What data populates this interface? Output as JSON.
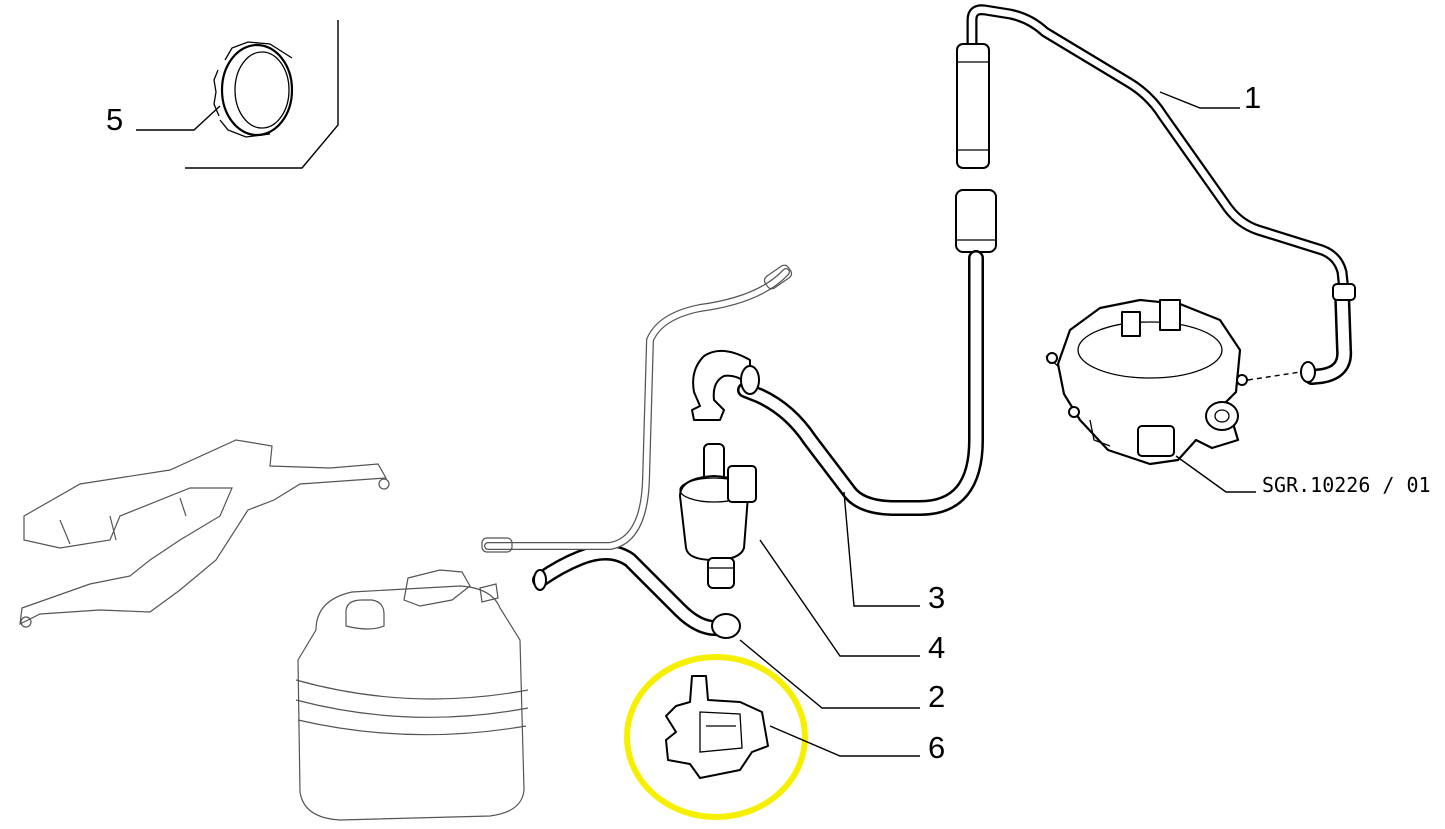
{
  "callouts": [
    {
      "id": "1",
      "label": "1"
    },
    {
      "id": "2",
      "label": "2"
    },
    {
      "id": "3",
      "label": "3"
    },
    {
      "id": "4",
      "label": "4"
    },
    {
      "id": "5",
      "label": "5"
    },
    {
      "id": "6",
      "label": "6"
    }
  ],
  "reference_code": "SGR.10226 / 01",
  "highlight": {
    "target_callout": "6",
    "color": "#f6f000"
  }
}
